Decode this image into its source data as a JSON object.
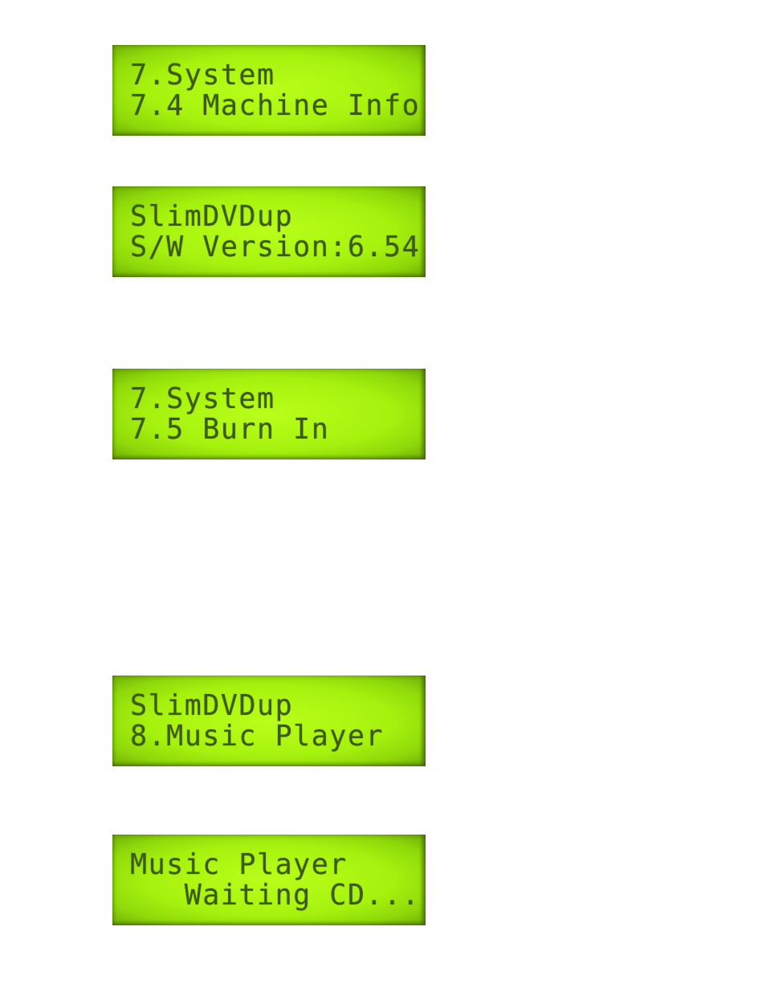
{
  "displays": [
    {
      "line1": "7.System",
      "line2": "7.4 Machine Info"
    },
    {
      "line1": "SlimDVDup",
      "line2": "S/W Version:6.54"
    },
    {
      "line1": "7.System",
      "line2": "7.5 Burn In"
    },
    {
      "line1": "SlimDVDup",
      "line2": "8.Music Player"
    },
    {
      "line1": "Music Player",
      "line2": "   Waiting CD..."
    }
  ],
  "colors": {
    "lcd_background": "#a6f20e",
    "lcd_text": "#3c5a10"
  }
}
